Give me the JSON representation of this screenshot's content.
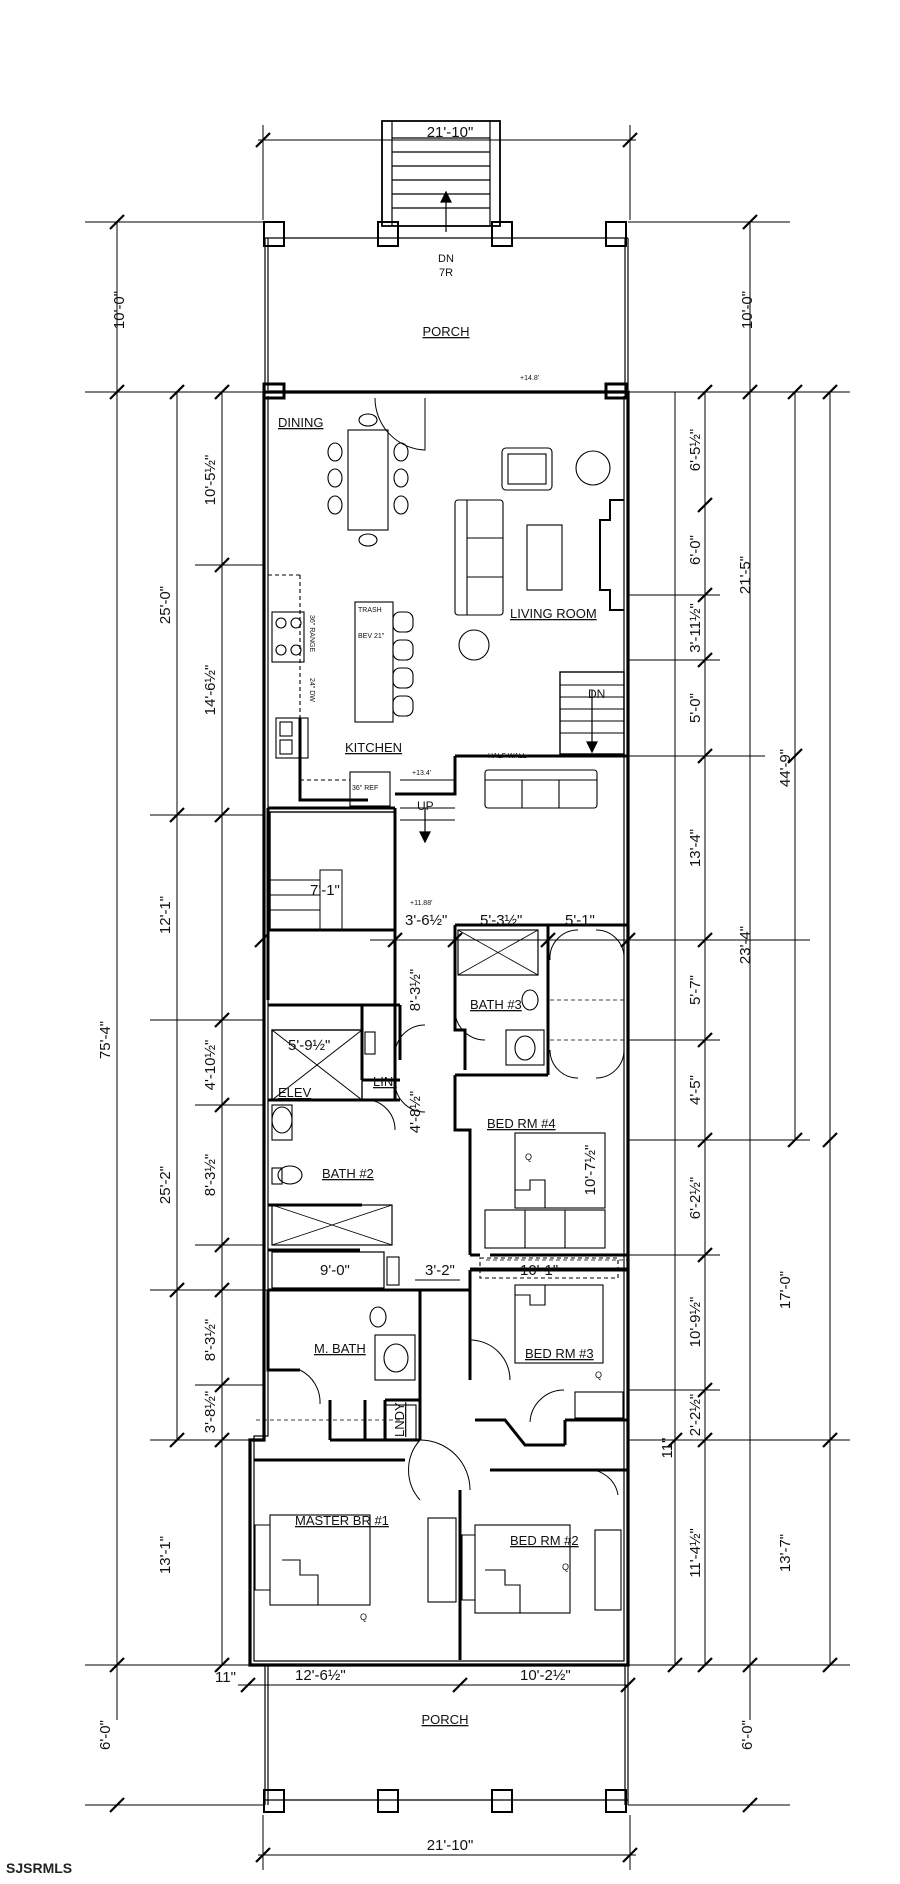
{
  "rooms": {
    "porch_top": "PORCH",
    "dining": "DINING",
    "living": "LIVING ROOM",
    "kitchen": "KITCHEN",
    "bath3": "BATH #3",
    "bed4": "BED RM #4",
    "elev": "ELEV",
    "lin": "LIN.",
    "bath2": "BATH #2",
    "mbath": "M. BATH",
    "lndy": "LNDY",
    "bed3": "BED RM #3",
    "master": "MASTER BR #1",
    "bed2": "BED RM #2",
    "porch_bottom": "PORCH"
  },
  "notes": {
    "dn_tr": [
      "DN",
      "7R"
    ],
    "dn": "DN",
    "up": "UP",
    "half_wall": "HALF WALL",
    "trash": "TRASH",
    "bev": "BEV 21\"",
    "ref": "36\" REF",
    "range": "36\" RANGE",
    "dw": "24\" DW",
    "elev_top": "+14.8'",
    "elev_mid": "+13.4'",
    "elev_stair": "+11.88'",
    "q": "Q"
  },
  "dims": {
    "top_width": "21'-10\"",
    "bottom_width": "21'-10\"",
    "porch_top_depth_l": "10'-0\"",
    "porch_top_depth_r": "10'-0\"",
    "l_dining": "10'-5½\"",
    "l_kitchen": "14'-6½\"",
    "l_first": "25'-0\"",
    "l_stair": "12'-1\"",
    "l_elev": "4'-10½\"",
    "l_bath2": "8'-3½\"",
    "l_second": "25'-2\"",
    "l_bath": "8'-3½\"",
    "l_mbath": "3'-8½\"",
    "l_master": "13'-1\"",
    "l_total": "75'-4\"",
    "l_porch_bottom": "6'-0\"",
    "r_a": "6'-5½\"",
    "r_b": "6'-0\"",
    "r_c": "3'-11½\"",
    "r_d": "5'-0\"",
    "r_21": "21'-5\"",
    "r_e": "13'-4\"",
    "r_f": "5'-7\"",
    "r_g": "4'-5\"",
    "r_23": "23'-4\"",
    "r_44": "44'-9\"",
    "r_h": "6'-2½\"",
    "r_i": "10'-9½\"",
    "r_j": "2'-2½\"",
    "r_17": "17'-0\"",
    "r_k": "11\"",
    "r_l": "11'-4½\"",
    "r_m": "13'-7\"",
    "r_porch_bottom": "6'-0\"",
    "in_stair": "7'-1\"",
    "in_3_6": "3'-6½\"",
    "in_5_3": "5'-3½\"",
    "in_5_1": "5'-1\"",
    "in_8_3": "8'-3½\"",
    "in_elev": "5'-9½\"",
    "in_4_8": "4'-8½\"",
    "in_10_7": "10'-7½\"",
    "in_9_0": "9'-0\"",
    "in_3_2": "3'-2\"",
    "in_10_1": "10'-1\"",
    "in_12_6": "12'-6½\"",
    "in_10_2": "10'-2½\"",
    "in_11": "11\""
  },
  "watermark": "SJSRMLS"
}
